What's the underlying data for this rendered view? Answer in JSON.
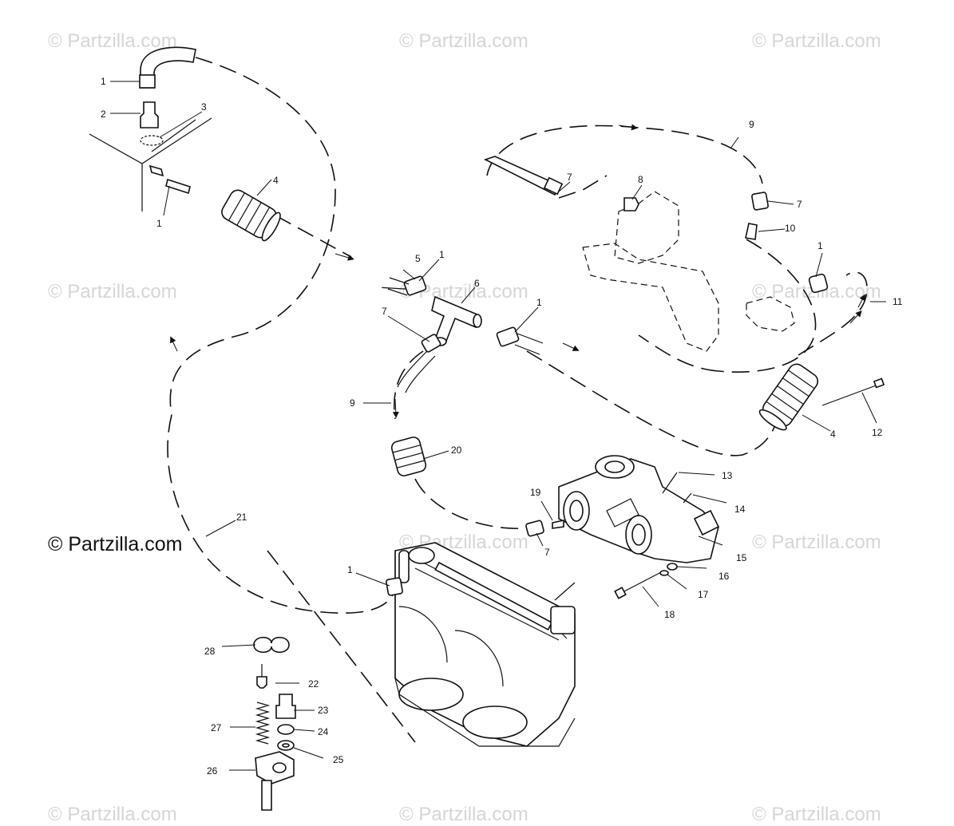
{
  "watermarks": {
    "small": "© Partzilla.com",
    "main": "© Partzilla.com"
  },
  "callouts": {
    "c1a": "1",
    "c2": "2",
    "c3": "3",
    "c1b": "1",
    "c4a": "4",
    "c5": "5",
    "c1c": "1",
    "c6": "6",
    "c7a": "7",
    "c1d": "1",
    "c9a": "9",
    "c20": "20",
    "c21": "21",
    "c1e": "1",
    "c9b": "9",
    "c7b": "7",
    "c8": "8",
    "c7c": "7",
    "c10": "10",
    "c1f": "1",
    "c11": "11",
    "c4b": "4",
    "c12": "12",
    "c13": "13",
    "c14": "14",
    "c15": "15",
    "c16": "16",
    "c17": "17",
    "c18": "18",
    "c19": "19",
    "c7d": "7",
    "c28": "28",
    "c22": "22",
    "c23": "23",
    "c27": "27",
    "c24": "24",
    "c25": "25",
    "c26": "26"
  }
}
